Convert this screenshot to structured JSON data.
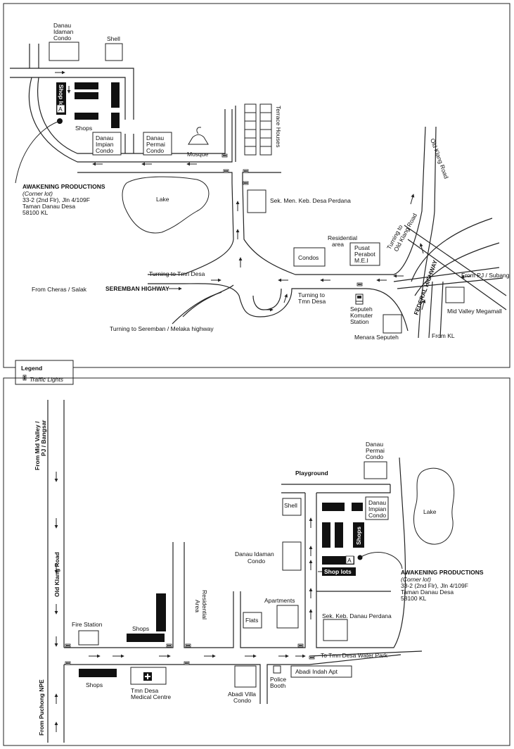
{
  "map1": {
    "labels": {
      "danau_idaman_condo": [
        "Danau",
        "Idaman",
        "Condo"
      ],
      "shell": "Shell",
      "shop_lots": "Shop lots",
      "marker_a": "A",
      "shops": "Shops",
      "danau_impian_condo": [
        "Danau",
        "Impian",
        "Condo"
      ],
      "danau_permai_condo": [
        "Danau",
        "Permai",
        "Condo"
      ],
      "mosque": "Mosque",
      "terrace_houses": "Terrace Houses",
      "old_klang_road": "Old Klang Road",
      "lake": "Lake",
      "school": "Sek. Men. Keb. Desa Perdana",
      "residential_area": [
        "Residential",
        "area"
      ],
      "condos": "Condos",
      "pusat_perabot": [
        "Pusat",
        "Perabot",
        "M.E.I"
      ],
      "turning_old_klang": [
        "Turning to",
        "Old Klang Road"
      ],
      "turning_tmn_desa_1": "Turning to Tmn Desa",
      "from_cheras": "From Cheras / Salak",
      "seremban_highway": "SEREMBAN HIGHWAY",
      "turning_tmn_desa_2": [
        "Turning to",
        "Tmn Desa"
      ],
      "seputeh_station": [
        "Seputeh",
        "Komuter",
        "Station"
      ],
      "federal_highway": "FEDERAL HIGHWAY",
      "from_pj_subang": "From PJ / Subang",
      "mid_valley": "Mid Valley Megamall",
      "from_kl": "From KL",
      "menara_seputeh": "Menara Seputeh",
      "turning_seremban": "Turning to Seremban / Melaka highway"
    },
    "address": {
      "name": "AWAKENING PRODUCTIONS",
      "note": "(Corner lot)",
      "line1": "33-2 (2nd Flr), Jln 4/109F",
      "line2": "Taman Danau Desa",
      "line3": "58100 KL"
    }
  },
  "legend": {
    "title": "Legend",
    "traffic_lights": "Traffic Lights"
  },
  "map2": {
    "labels": {
      "from_mid_valley": [
        "From Mid Valley /",
        "PJ / Bangsar"
      ],
      "old_klang_road": "Old Klang Road",
      "from_puchong": "From Puchong NPE",
      "danau_permai_condo": [
        "Danau",
        "Permai",
        "Condo"
      ],
      "playground": "Playground",
      "shell": "Shell",
      "danau_impian_condo": [
        "Danau",
        "Impian",
        "Condo"
      ],
      "lake": "Lake",
      "shops_vertical": "Shops",
      "danau_idaman_condo": [
        "Danau Idaman",
        "Condo"
      ],
      "marker_a": "A",
      "shop_lots": "Shop lots",
      "residential_area": [
        "Residential",
        "Area"
      ],
      "apartments": "Apartments",
      "flats": "Flats",
      "school": "Sek. Keb. Danau Perdana",
      "fire_station": "Fire Station",
      "shops": "Shops",
      "to_water_park": "To Tmn Desa Water Park",
      "shops_bottom": "Shops",
      "medical_centre": [
        "Tmn Desa",
        "Medical Centre"
      ],
      "abadi_villa": [
        "Abadi Villa",
        "Condo"
      ],
      "police_booth": [
        "Police",
        "Booth"
      ],
      "abadi_indah": "Abadi Indah Apt"
    },
    "address": {
      "name": "AWAKENING PRODUCTIONS",
      "note": "(Corner lot)",
      "line1": "33-2 (2nd Flr), Jln 4/109F",
      "line2": "Taman Danau Desa",
      "line3": "58100 KL"
    }
  }
}
